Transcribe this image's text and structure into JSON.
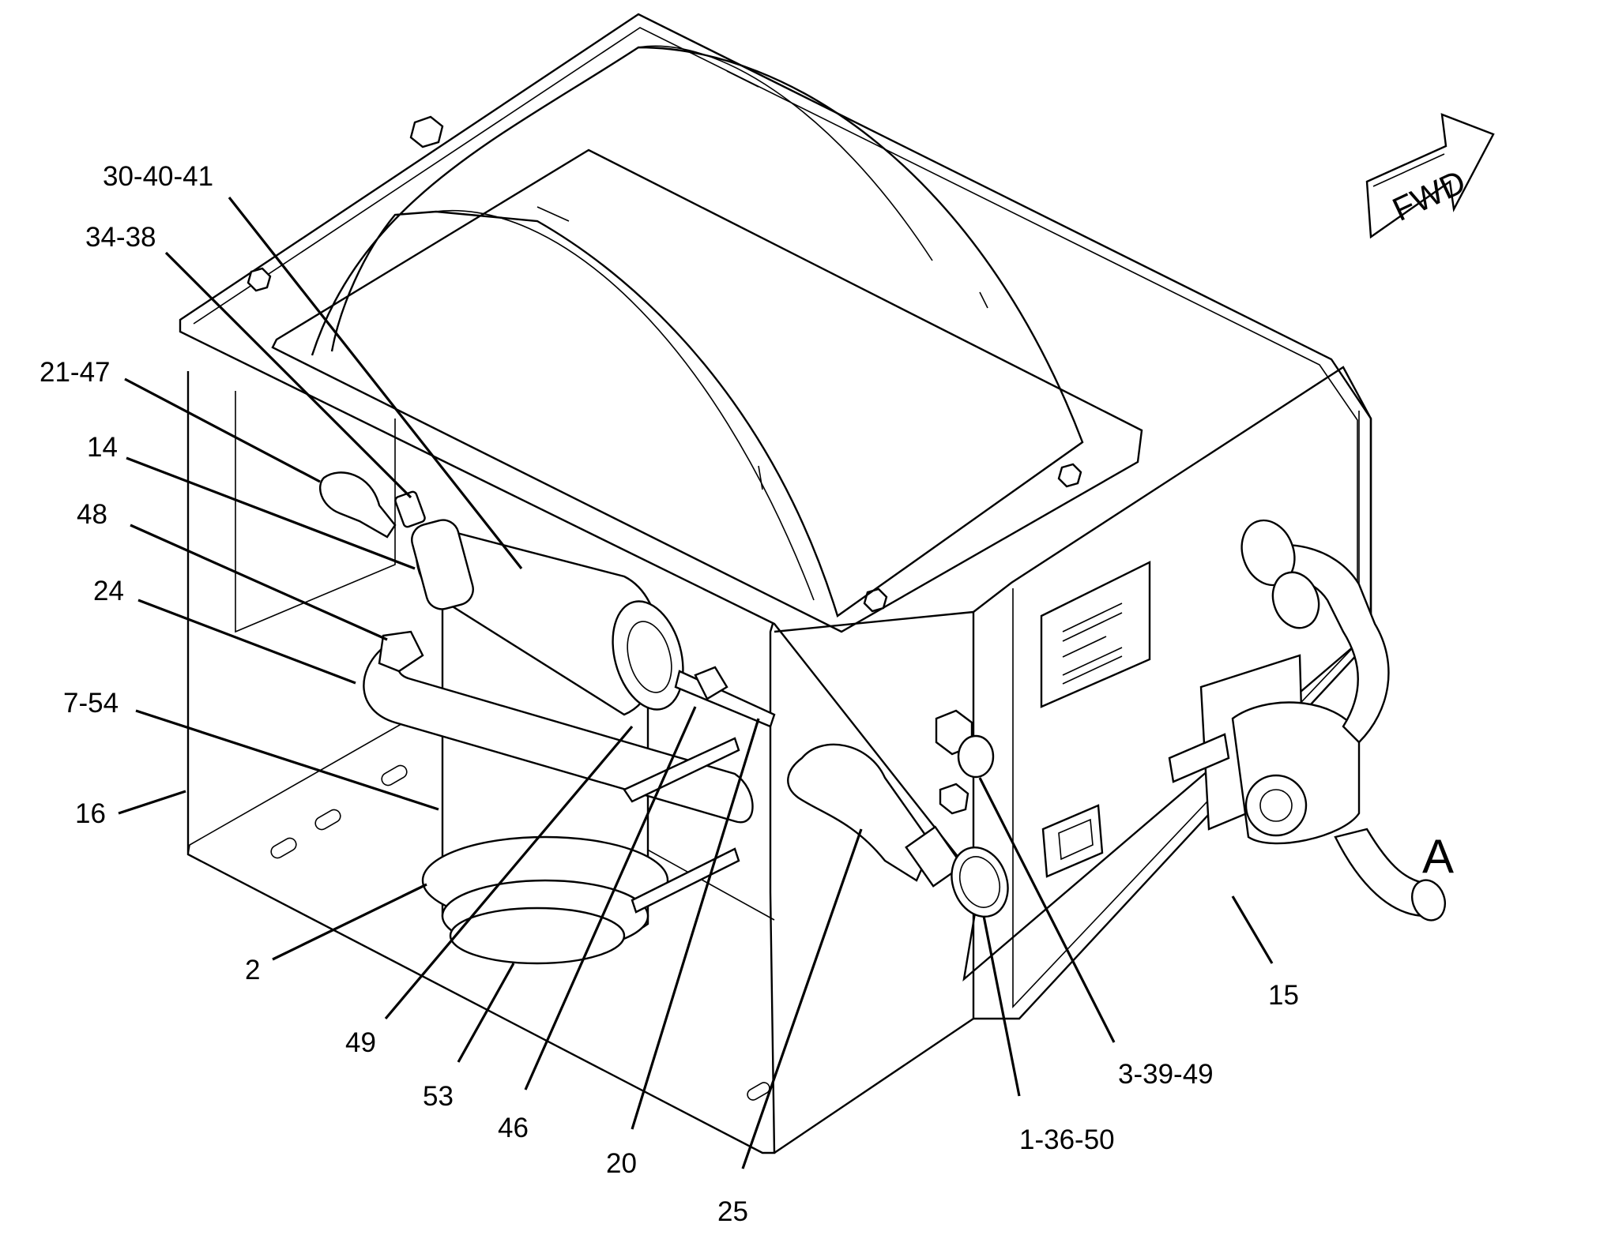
{
  "labels": {
    "l_30_40_41": "30-40-41",
    "l_34_38": "34-38",
    "l_21_47": "21-47",
    "l_14": "14",
    "l_48": "48",
    "l_24": "24",
    "l_7_54": "7-54",
    "l_16": "16",
    "l_2": "2",
    "l_49": "49",
    "l_53": "53",
    "l_46": "46",
    "l_20": "20",
    "l_25": "25",
    "l_1_36_50": "1-36-50",
    "l_3_39_49": "3-39-49",
    "l_15": "15",
    "view_a": "A",
    "fwd": "FWD"
  }
}
